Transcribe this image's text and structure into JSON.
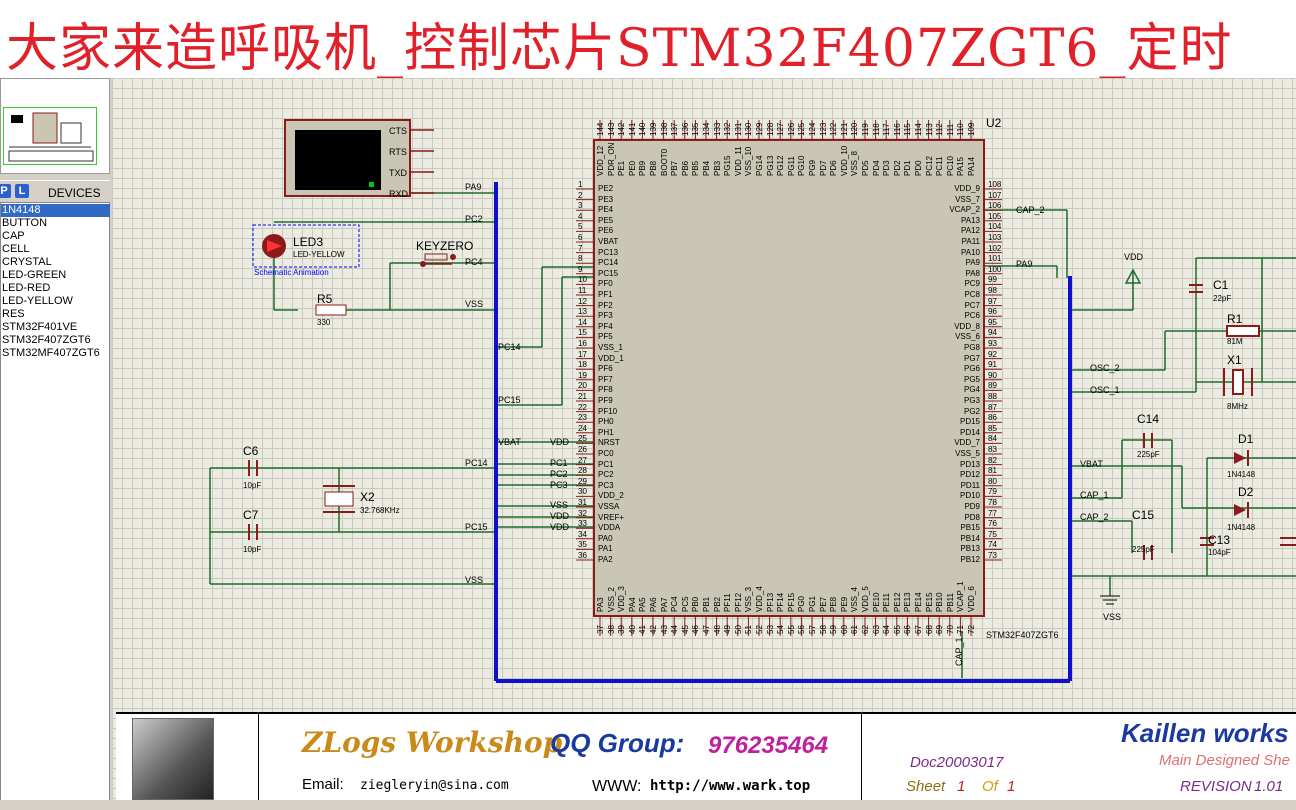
{
  "title": "大家来造呼吸机_控制芯片STM32F407ZGT6_定时",
  "devices": {
    "header_p": "P",
    "header_l": "L",
    "title": "DEVICES",
    "items": [
      "1N4148",
      "BUTTON",
      "CAP",
      "CELL",
      "CRYSTAL",
      "LED-GREEN",
      "LED-RED",
      "LED-YELLOW",
      "RES",
      "STM32F401VE",
      "STM32F407ZGT6",
      "STM32MF407ZGT6"
    ]
  },
  "colors": {
    "title": "#e2202a",
    "wire": "#1e6b2c",
    "bus": "#1010cc",
    "chip_fill": "#c9c6b4",
    "chip_border": "#8b1a1a"
  },
  "schematic": {
    "chip": {
      "ref": "U2",
      "name": "STM32F407ZGT6",
      "left_pins": [
        "PE2",
        "PE3",
        "PE4",
        "PE5",
        "PE6",
        "VBAT",
        "PC13",
        "PC14",
        "PC15",
        "PF0",
        "PF1",
        "PF2",
        "PF3",
        "PF4",
        "PF5",
        "VSS_1",
        "VDD_1",
        "PF6",
        "PF7",
        "PF8",
        "PF9",
        "PF10",
        "PH0",
        "PH1",
        "NRST",
        "PC0",
        "PC1",
        "PC2",
        "PC3",
        "VDD_2",
        "VSSA",
        "VREF+",
        "VDDA",
        "PA0",
        "PA1",
        "PA2"
      ],
      "left_nums": [
        "1",
        "2",
        "3",
        "4",
        "5",
        "6",
        "7",
        "8",
        "9",
        "10",
        "11",
        "12",
        "13",
        "14",
        "15",
        "16",
        "17",
        "18",
        "19",
        "20",
        "21",
        "22",
        "23",
        "24",
        "25",
        "26",
        "27",
        "28",
        "29",
        "30",
        "31",
        "32",
        "33",
        "34",
        "35",
        "36"
      ],
      "right_pins": [
        "VDD_9",
        "VSS_7",
        "VCAP_2",
        "PA13",
        "PA12",
        "PA11",
        "PA10",
        "PA9",
        "PA8",
        "PC9",
        "PC8",
        "PC7",
        "PC6",
        "VDD_8",
        "VSS_6",
        "PG8",
        "PG7",
        "PG6",
        "PG5",
        "PG4",
        "PG3",
        "PG2",
        "PD15",
        "PD14",
        "VDD_7",
        "VSS_5",
        "PD13",
        "PD12",
        "PD11",
        "PD10",
        "PD9",
        "PD8",
        "PB15",
        "PB14",
        "PB13",
        "PB12"
      ],
      "right_nums": [
        "108",
        "107",
        "106",
        "105",
        "104",
        "103",
        "102",
        "101",
        "100",
        "99",
        "98",
        "97",
        "96",
        "95",
        "94",
        "93",
        "92",
        "91",
        "90",
        "89",
        "88",
        "87",
        "86",
        "85",
        "84",
        "83",
        "82",
        "81",
        "80",
        "79",
        "78",
        "77",
        "76",
        "75",
        "74",
        "73"
      ],
      "top_pins": [
        "VDD_12",
        "PDR_ON",
        "PE1",
        "PE0",
        "PB9",
        "PB8",
        "BOOT0",
        "PB7",
        "PB6",
        "PB5",
        "PB4",
        "PB3",
        "PG15",
        "VDD_11",
        "VSS_10",
        "PG14",
        "PG13",
        "PG12",
        "PG11",
        "PG10",
        "PG9",
        "PD7",
        "PD6",
        "VDD_10",
        "VSS_8",
        "PD5",
        "PD4",
        "PD3",
        "PD2",
        "PD1",
        "PD0",
        "PC12",
        "PC11",
        "PC10",
        "PA15",
        "PA14"
      ],
      "top_nums": [
        "144",
        "143",
        "142",
        "141",
        "140",
        "139",
        "138",
        "137",
        "136",
        "135",
        "134",
        "133",
        "132",
        "131",
        "130",
        "129",
        "128",
        "127",
        "126",
        "125",
        "124",
        "123",
        "122",
        "121",
        "120",
        "119",
        "118",
        "117",
        "116",
        "115",
        "114",
        "113",
        "112",
        "111",
        "110",
        "109"
      ],
      "bottom_pins": [
        "PA3",
        "VSS_2",
        "VDD_3",
        "PA4",
        "PA5",
        "PA6",
        "PA7",
        "PC4",
        "PC5",
        "PB0",
        "PB1",
        "PB2",
        "PF11",
        "PF12",
        "VSS_3",
        "VDD_4",
        "PF13",
        "PF14",
        "PF15",
        "PG0",
        "PG1",
        "PE7",
        "PE8",
        "PE9",
        "VSS_4",
        "VDD_5",
        "PE10",
        "PE11",
        "PE12",
        "PE13",
        "PE14",
        "PE15",
        "PB10",
        "PB11",
        "VCAP_1",
        "VDD_6"
      ],
      "bottom_nums": [
        "37",
        "38",
        "39",
        "40",
        "41",
        "42",
        "43",
        "44",
        "45",
        "46",
        "47",
        "48",
        "49",
        "50",
        "51",
        "52",
        "53",
        "54",
        "55",
        "56",
        "57",
        "58",
        "59",
        "60",
        "61",
        "62",
        "63",
        "64",
        "65",
        "66",
        "67",
        "68",
        "69",
        "70",
        "71",
        "72"
      ]
    },
    "terminal": {
      "pins": [
        "CTS",
        "RTS",
        "TXD",
        "RXD"
      ]
    },
    "led": {
      "ref": "LED3",
      "value": "LED-YELLOW",
      "caption": "Schematic Animation"
    },
    "key": {
      "ref": "KEYZERO"
    },
    "r5": {
      "ref": "R5",
      "value": "330"
    },
    "c6": {
      "ref": "C6",
      "value": "10pF"
    },
    "c7": {
      "ref": "C7",
      "value": "10pF"
    },
    "x2": {
      "ref": "X2",
      "value": "32.768KHz"
    },
    "c1": {
      "ref": "C1",
      "value": "22pF"
    },
    "r1": {
      "ref": "R1",
      "value": "81M"
    },
    "x1": {
      "ref": "X1",
      "value": "8MHz"
    },
    "c14": {
      "ref": "C14",
      "value": "225pF"
    },
    "c15": {
      "ref": "C15",
      "value": "225pF"
    },
    "c13": {
      "ref": "C13",
      "value": "104pF"
    },
    "d1": {
      "ref": "D1",
      "value": "1N4148"
    },
    "d2": {
      "ref": "D2",
      "value": "1N4148"
    },
    "vdd": "VDD",
    "vss": "VSS",
    "nets": {
      "pa9": "PA9",
      "pc2": "PC2",
      "pc4": "PC4",
      "vss": "VSS",
      "pc14": "PC14",
      "pc15": "PC15",
      "vbat": "VBAT",
      "vdd": "VDD",
      "pc1": "PC1",
      "pc3": "PC3",
      "cap2": "CAP_2",
      "osc2": "OSC_2",
      "osc1": "OSC_1",
      "cap1": "CAP_1",
      "cap1v": "CAP_1"
    }
  },
  "sheet": {
    "brand": "ZLogs Workshop",
    "qq_label": "QQ Group:",
    "qq_number": "976235464",
    "email_label": "Email:",
    "email": "ziegleryin@sina.com",
    "www_label": "WWW:",
    "www": "http://www.wark.top",
    "company": "Kaillen works",
    "subtitle": "Main Designed She",
    "doc": "Doc20003017",
    "sheet_label": "Sheet",
    "sheet_num": "1",
    "of_label": "Of",
    "of_num": "1",
    "revision_label": "REVISION",
    "revision": "1.01"
  }
}
